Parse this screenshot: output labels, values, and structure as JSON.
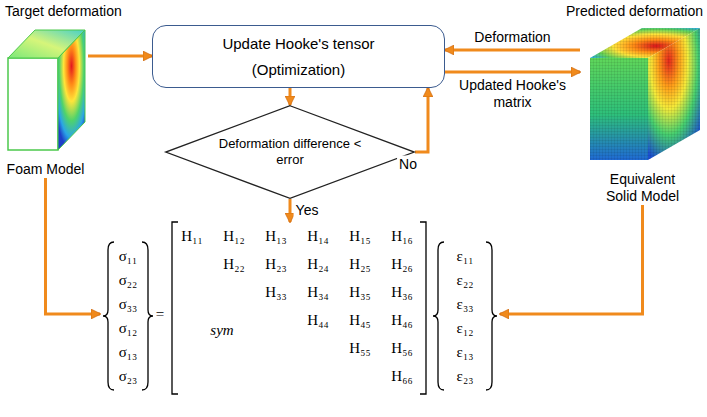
{
  "diagram": {
    "nodes": [
      {
        "text": [
          "Target deformation",
          "Foam Model"
        ]
      },
      {
        "text": [
          "Update Hooke's tensor (Optimization)"
        ]
      },
      {
        "text": [
          "Deformation difference < error"
        ]
      },
      {
        "text": [
          "Predicted deformation",
          "Equivalent Solid Model"
        ]
      },
      {
        "text": [
          "σ₁₁",
          "σ₂₂",
          "σ₃₃",
          "σ₁₂",
          "σ₁₃",
          "σ₂₃",
          "=",
          "H₁₁",
          "H₁₂",
          "H₁₃",
          "H₁₄",
          "H₁₅",
          "H₁₆",
          "H₂₂",
          "H₂₃",
          "H₂₄",
          "H₂₅",
          "H₂₆",
          "H₃₃",
          "H₃₄",
          "H₃₅",
          "H₃₆",
          "H₄₄",
          "H₄₅",
          "H₄₆",
          "H₅₅",
          "H₅₆",
          "H₆₆",
          "sym",
          "ε₁₁",
          "ε₂₂",
          "ε₃₃",
          "ε₁₂",
          "ε₁₃",
          "ε₂₃"
        ]
      }
    ],
    "edges": [
      {
        "from": 0,
        "to": 1,
        "arrow": "to"
      },
      {
        "from": 1,
        "to": 2,
        "arrow": "to"
      },
      {
        "from": 2,
        "to": 1,
        "label": "No",
        "arrow": "to"
      },
      {
        "from": 3,
        "to": 1,
        "label": "Deformation",
        "arrow": "to"
      },
      {
        "from": 1,
        "to": 3,
        "label": "Updated Hooke's matrix",
        "arrow": "to"
      },
      {
        "from": 2,
        "to": 4,
        "label": "Yes",
        "arrow": "to"
      },
      {
        "from": 0,
        "to": 4,
        "arrow": "to"
      },
      {
        "from": 3,
        "to": 4,
        "arrow": "to"
      }
    ]
  }
}
